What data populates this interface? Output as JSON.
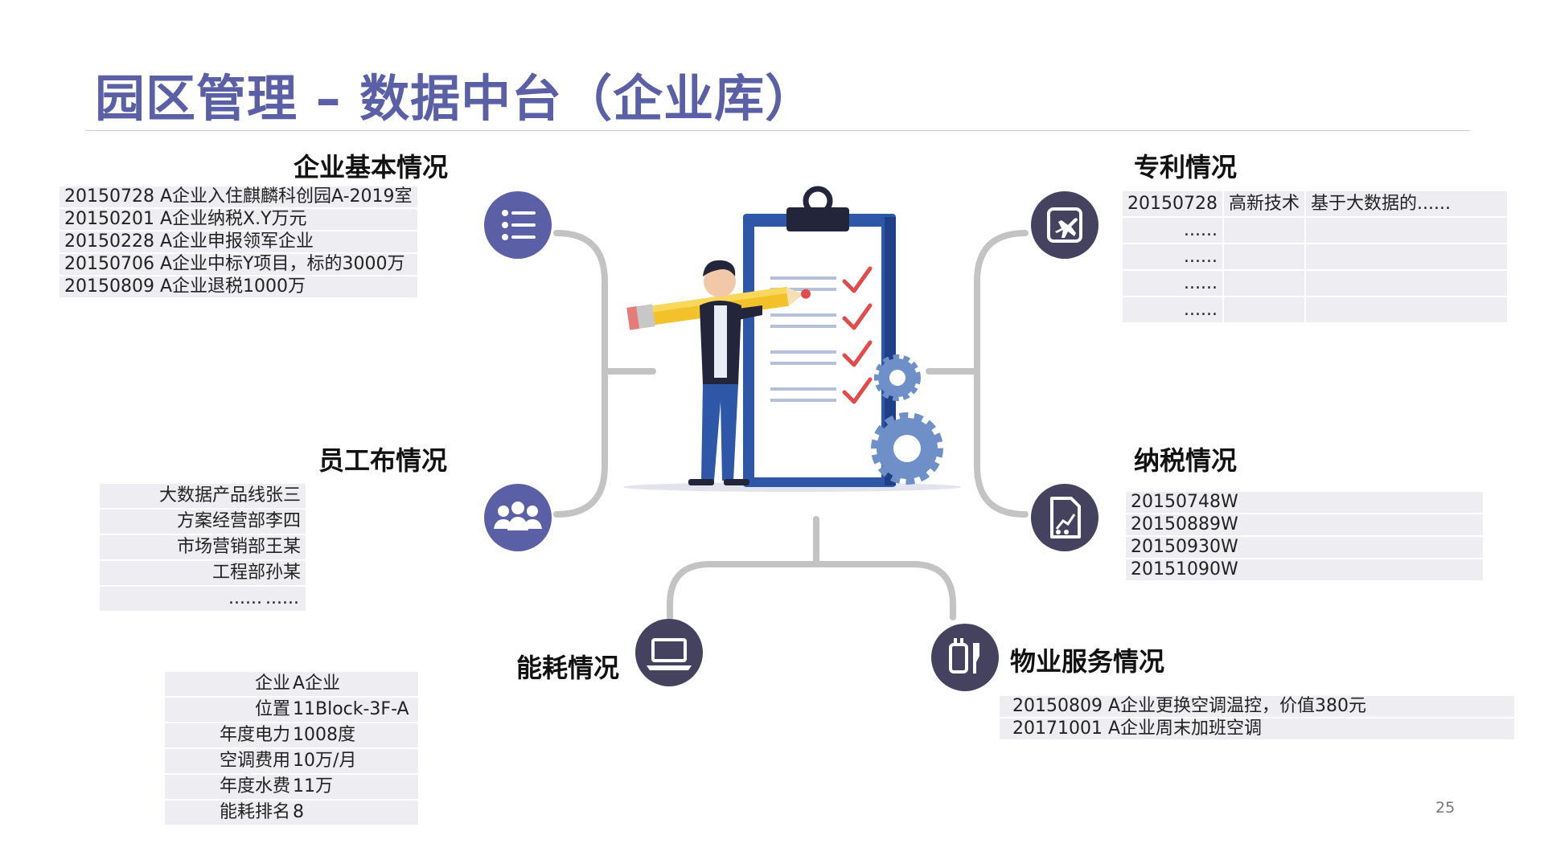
{
  "title": "园区管理 – 数据中台（企业库）",
  "page_number": "25",
  "colors": {
    "title": "#5b5fa6",
    "icon_purple": "#5b5fa6",
    "icon_dark": "#45425f",
    "connector": "#c3c3c3",
    "row_bg": "#ededf2"
  },
  "basic": {
    "heading": "企业基本情况",
    "icon": "checklist-icon",
    "rows": [
      "20150728 A企业入住麒麟科创园A-2019室",
      "20150201 A企业纳税X.Y万元",
      "20150228 A企业申报领军企业",
      "20150706 A企业中标Y项目，标的3000万",
      "20150809 A企业退税1000万"
    ]
  },
  "staff": {
    "heading": "员工布情况",
    "icon": "people-group-icon",
    "rows": [
      {
        "dept": "大数据产品线",
        "name": "张三"
      },
      {
        "dept": "方案经营部",
        "name": "李四"
      },
      {
        "dept": "市场营销部",
        "name": "王某"
      },
      {
        "dept": "工程部",
        "name": "孙某"
      },
      {
        "dept": "......",
        "name": "......"
      }
    ]
  },
  "energy": {
    "heading": "能耗情况",
    "icon": "laptop-icon",
    "rows": [
      {
        "label": "企业",
        "value": "A企业"
      },
      {
        "label": "位置",
        "value": "11Block-3F-A"
      },
      {
        "label": "年度电力",
        "value": "1008度"
      },
      {
        "label": "空调费用",
        "value": "10万/月"
      },
      {
        "label": "年度水费",
        "value": "11万"
      },
      {
        "label": "能耗排名",
        "value": "8"
      }
    ]
  },
  "patent": {
    "heading": "专利情况",
    "icon": "airplane-icon",
    "rows": [
      {
        "date": "20150728",
        "type": "高新技术",
        "title": "基于大数据的......"
      },
      {
        "date": "......",
        "type": "",
        "title": ""
      },
      {
        "date": "......",
        "type": "",
        "title": ""
      },
      {
        "date": "......",
        "type": "",
        "title": ""
      },
      {
        "date": "......",
        "type": "",
        "title": ""
      }
    ]
  },
  "tax": {
    "heading": "纳税情况",
    "icon": "document-chart-icon",
    "rows": [
      {
        "month": "201507",
        "amount": "48W"
      },
      {
        "month": "201508",
        "amount": "89W"
      },
      {
        "month": "201509",
        "amount": "30W"
      },
      {
        "month": "201510",
        "amount": "90W"
      }
    ]
  },
  "property": {
    "heading": "物业服务情况",
    "icon": "plug-tool-icon",
    "rows": [
      "20150809 A企业更换空调温控，价值380元",
      "20171001 A企业周末加班空调"
    ]
  }
}
